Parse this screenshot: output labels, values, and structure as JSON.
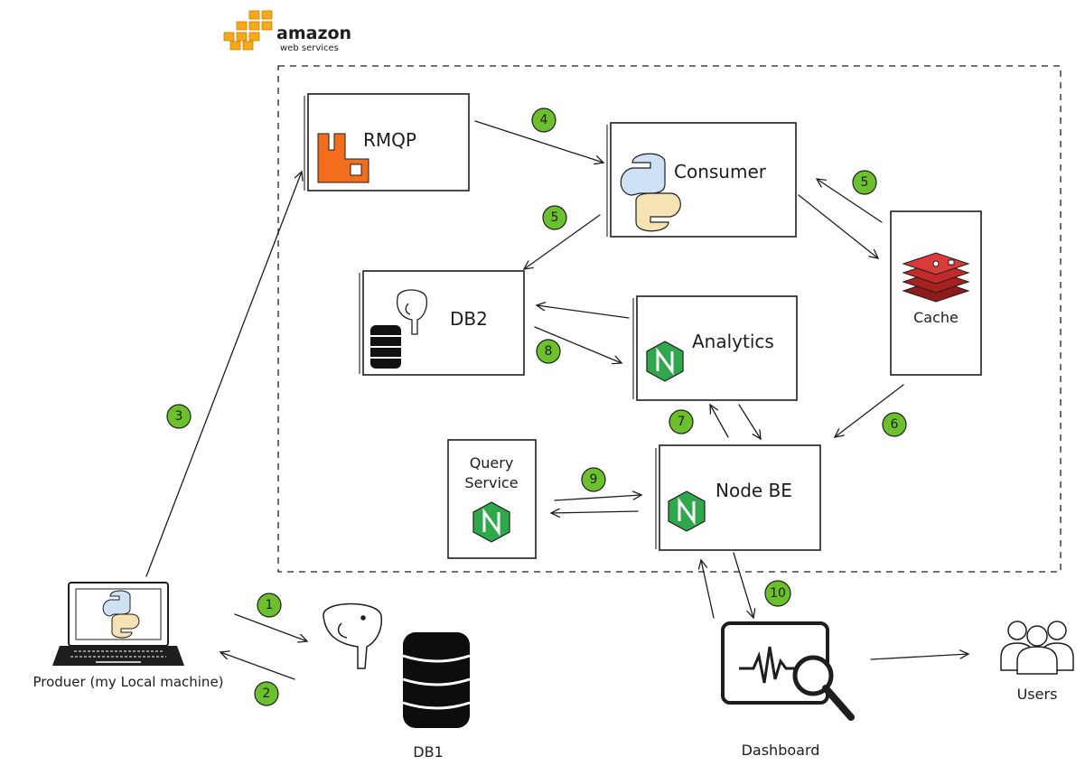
{
  "aws_logo": {
    "line1": "amazon",
    "line2": "web services",
    "color": "#f7a81b"
  },
  "nodes": {
    "rmqp": {
      "label": "RMQP"
    },
    "consumer": {
      "label": "Consumer"
    },
    "db2": {
      "label": "DB2"
    },
    "analytics": {
      "label": "Analytics"
    },
    "cache": {
      "label": "Cache"
    },
    "query_service": {
      "label_line1": "Query",
      "label_line2": "Service"
    },
    "node_be": {
      "label": "Node BE"
    },
    "producer": {
      "label": "Produer (my Local machine)"
    },
    "db1": {
      "label": "DB1"
    },
    "dashboard": {
      "label": "Dashboard"
    },
    "users": {
      "label": "Users"
    }
  },
  "steps": [
    {
      "id": "s1",
      "label": "1"
    },
    {
      "id": "s2",
      "label": "2"
    },
    {
      "id": "s3",
      "label": "3"
    },
    {
      "id": "s4",
      "label": "4"
    },
    {
      "id": "s5a",
      "label": "5"
    },
    {
      "id": "s5b",
      "label": "5"
    },
    {
      "id": "s6",
      "label": "6"
    },
    {
      "id": "s7",
      "label": "7"
    },
    {
      "id": "s8",
      "label": "8"
    },
    {
      "id": "s9",
      "label": "9"
    },
    {
      "id": "s10",
      "label": "10"
    }
  ],
  "colors": {
    "badge": "#6cc02e",
    "rabbit": "#f26d1c",
    "redis": "#c52a2a",
    "nginx": "#2ea84a",
    "ink": "#1e1e1e"
  }
}
